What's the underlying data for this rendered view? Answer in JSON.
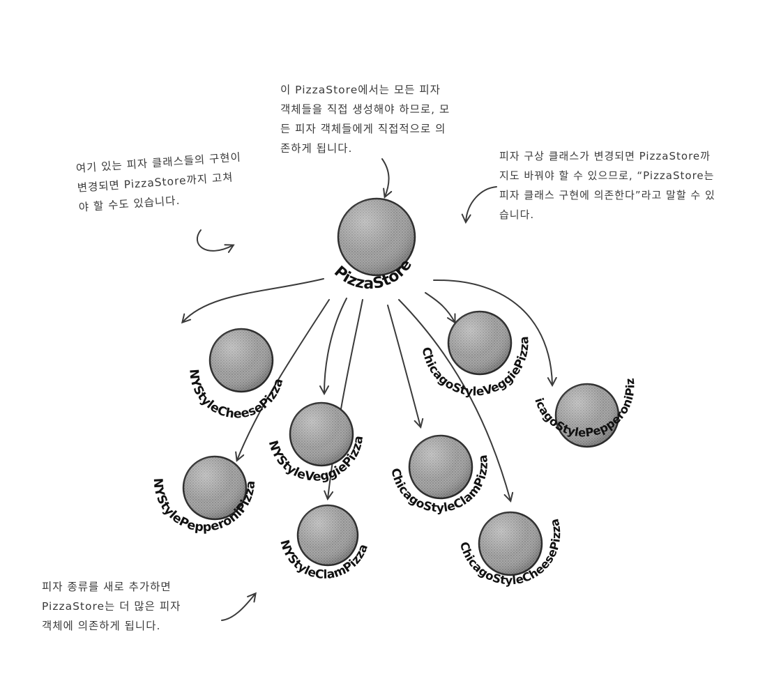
{
  "annotations": {
    "top_center": "이 PizzaStore에서는 모든 피자\n객체들을 직접 생성해야 하므로, 모\n든 피자 객체들에게 직접적으로 의\n존하게 됩니다.",
    "top_left": "여기 있는 피자 클래스들의 구현이\n변경되면 PizzaStore까지 고쳐\n야 할 수도 있습니다.",
    "top_right": "피자 구상 클래스가 변경되면 PizzaStore까\n지도 바꿔야 할 수 있으므로, “PizzaStore는\n피자 클래스 구현에 의존한다”라고 말할 수 있\n습니다.",
    "bottom_left": "피자 종류를 새로 추가하면\nPizzaStore는 더 많은 피자\n객체에 의존하게 됩니다."
  },
  "nodes": {
    "store": "PizzaStore",
    "ny_cheese": "NYStyleCheesePizza",
    "ny_veggie": "NYStyleVeggiePizza",
    "ny_pepperoni": "NYStylePepperoniPizza",
    "ny_clam": "NYStyleClamPizza",
    "chicago_veggie": "ChicagoStyleVeggiePizza",
    "chicago_pepperoni": "ChicagoStylePepperoniPizza",
    "chicago_clam": "ChicagoStyleClamPizza",
    "chicago_cheese": "ChicagoStyleCheesePizza"
  },
  "colors": {
    "ball_fill": "#9a9a9a",
    "ball_highlight": "#c8c8c8",
    "line": "#3a3a3a"
  }
}
